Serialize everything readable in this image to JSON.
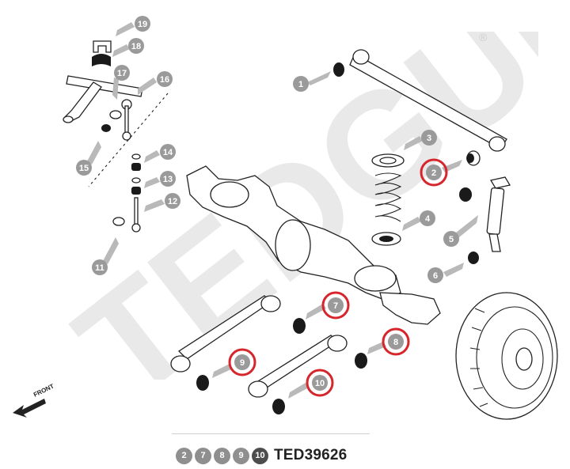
{
  "watermark": {
    "text": "TEDGUM",
    "reg_mark": "®"
  },
  "diagram": {
    "front_label": "FRONT",
    "callouts": [
      {
        "num": "1",
        "highlighted": false
      },
      {
        "num": "2",
        "highlighted": true
      },
      {
        "num": "3",
        "highlighted": false
      },
      {
        "num": "4",
        "highlighted": false
      },
      {
        "num": "5",
        "highlighted": false
      },
      {
        "num": "6",
        "highlighted": false
      },
      {
        "num": "7",
        "highlighted": true
      },
      {
        "num": "8",
        "highlighted": true
      },
      {
        "num": "9",
        "highlighted": true
      },
      {
        "num": "10",
        "highlighted": true
      },
      {
        "num": "11",
        "highlighted": false
      },
      {
        "num": "12",
        "highlighted": false
      },
      {
        "num": "13",
        "highlighted": false
      },
      {
        "num": "14",
        "highlighted": false
      },
      {
        "num": "15",
        "highlighted": false
      },
      {
        "num": "16",
        "highlighted": false
      },
      {
        "num": "17",
        "highlighted": false
      },
      {
        "num": "18",
        "highlighted": false
      },
      {
        "num": "19",
        "highlighted": false
      }
    ]
  },
  "part_code": {
    "chips": [
      "2",
      "7",
      "8",
      "9",
      "10"
    ],
    "code": "TED39626"
  },
  "colors": {
    "highlight": "#d6262c",
    "callout": "#9a9a9a",
    "chip": "#8f8f8f",
    "chip_last": "#4d4d4d"
  }
}
